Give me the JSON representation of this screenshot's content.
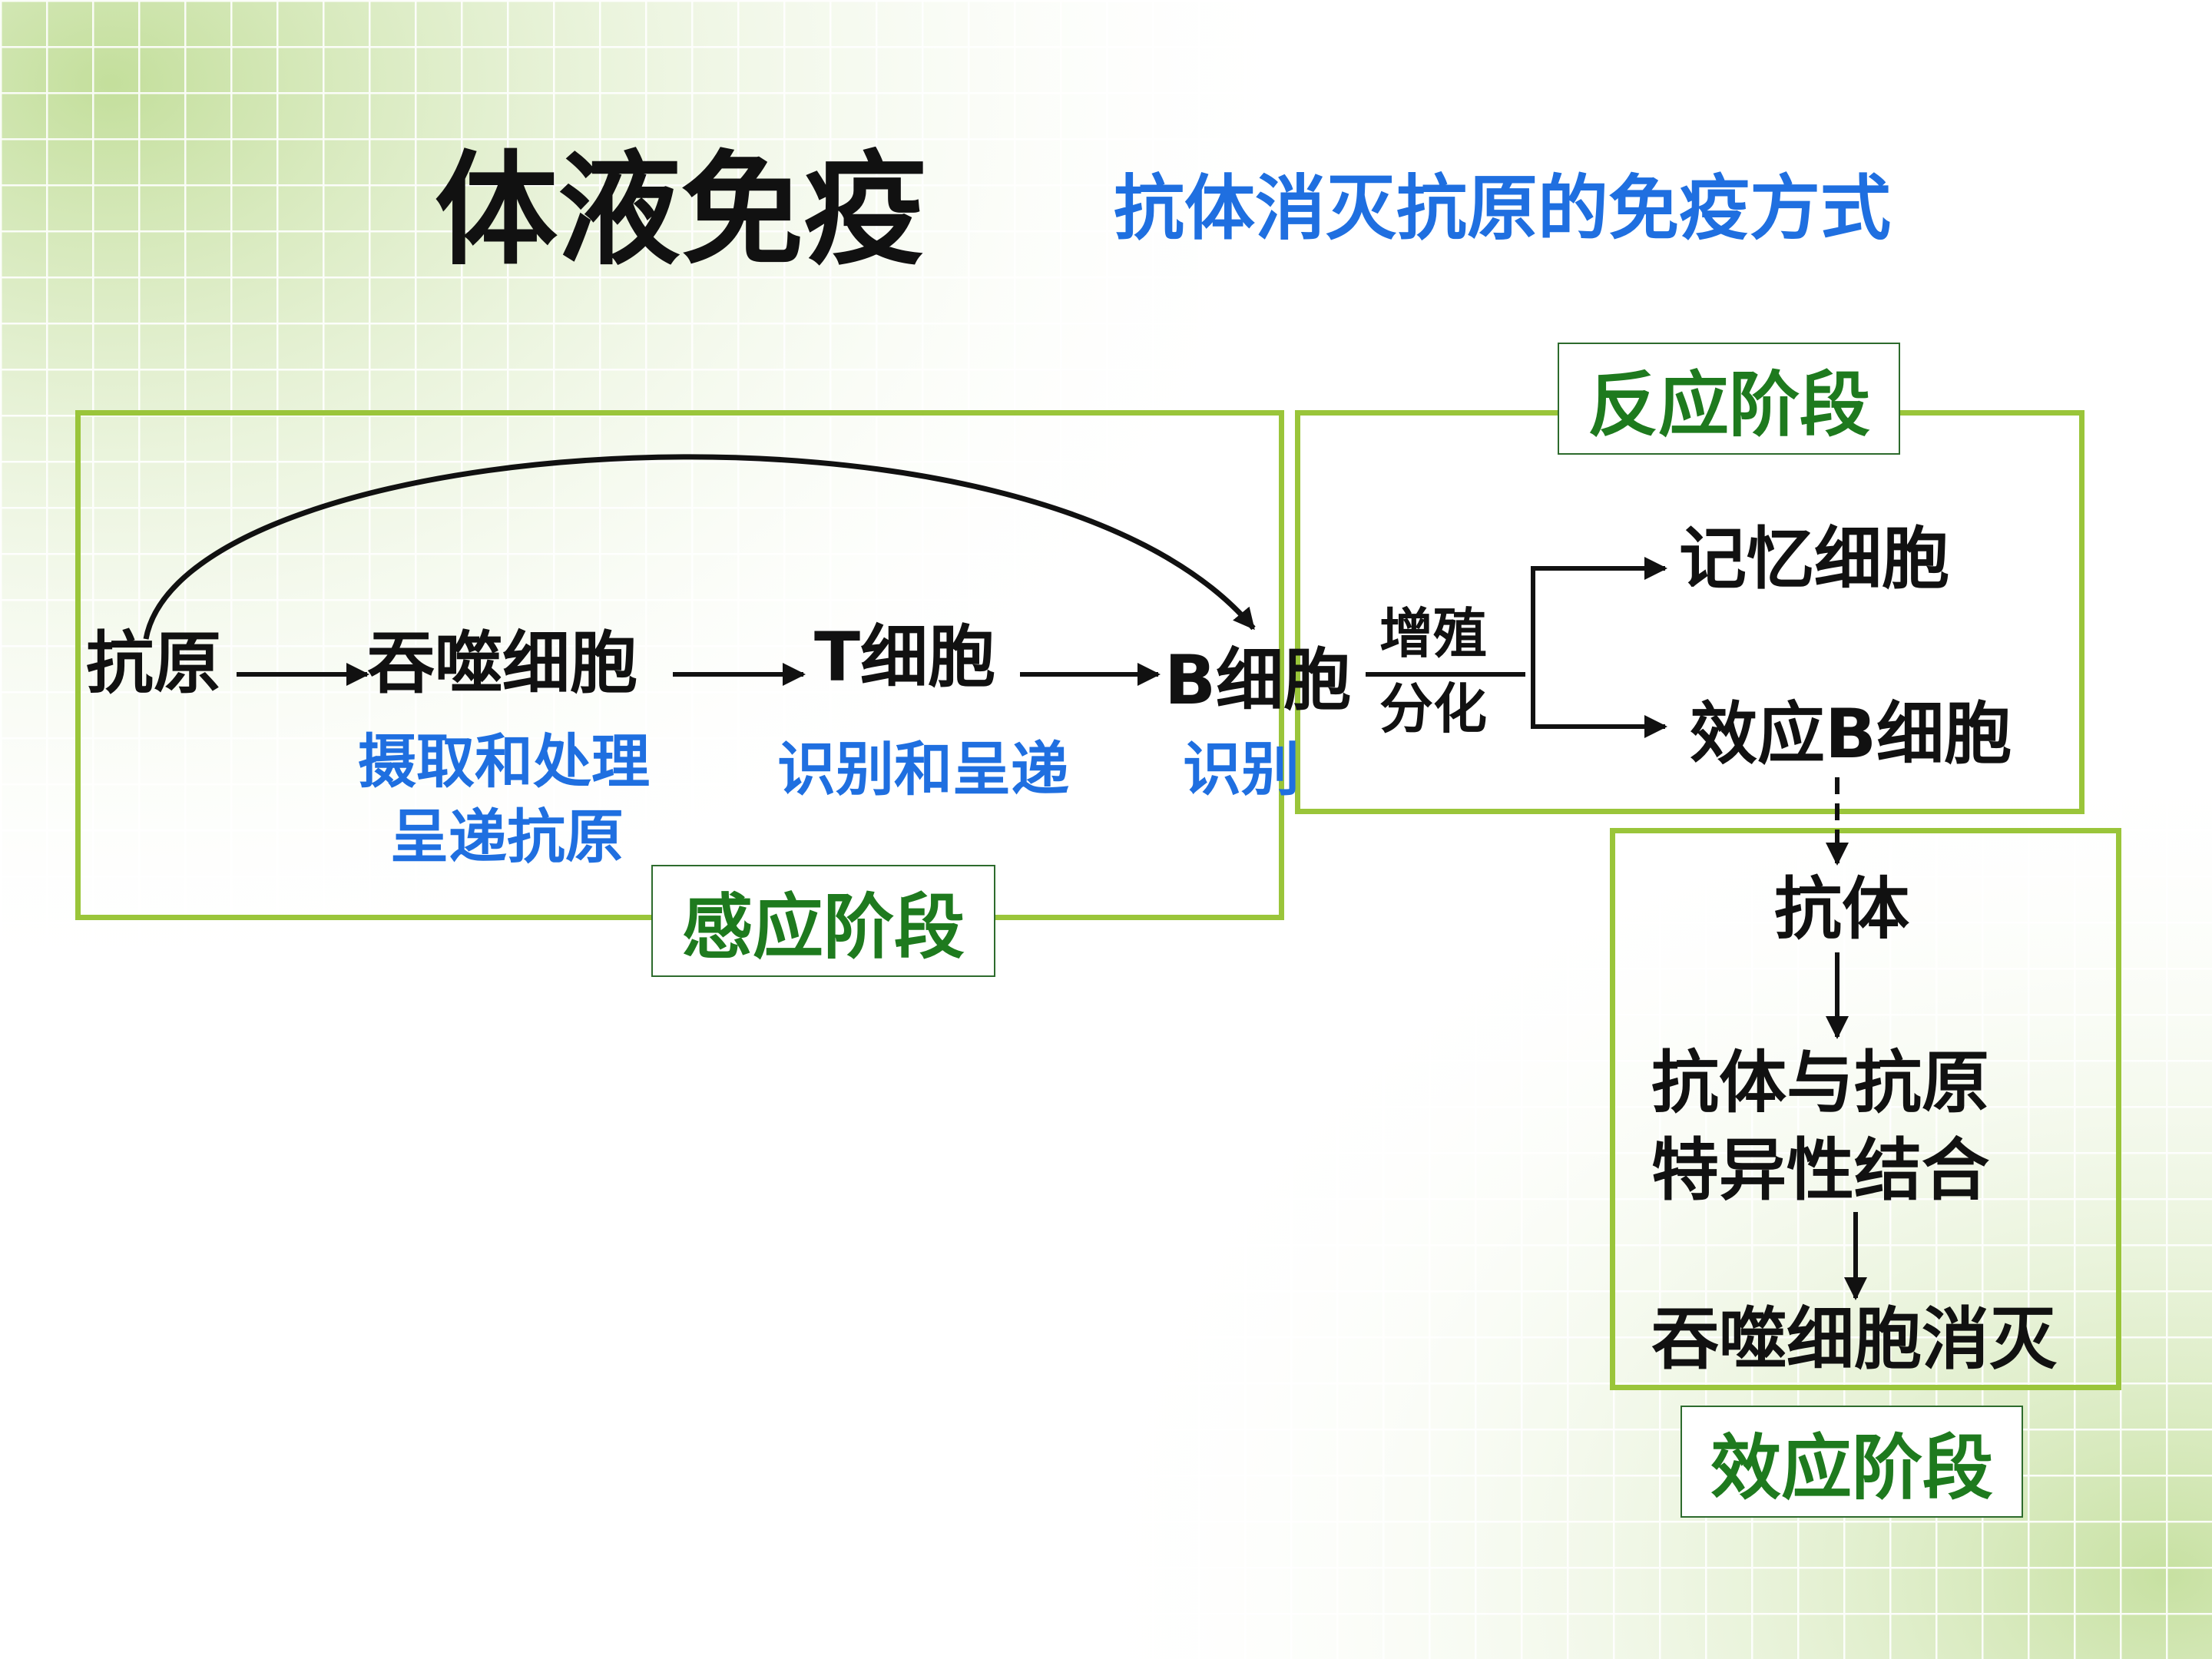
{
  "title": "体液免疫",
  "subtitle": "抗体消灭抗原的免疫方式",
  "stages": {
    "induction": "感应阶段",
    "reaction": "反应阶段",
    "effector": "效应阶段"
  },
  "nodes": {
    "antigen": "抗原",
    "phagocyte": "吞噬细胞",
    "t_cell": "T细胞",
    "b_cell": "B细胞",
    "memory_cell": "记忆细胞",
    "effector_b_cell": "效应B细胞",
    "antibody": "抗体",
    "binding_line1": "抗体与抗原",
    "binding_line2": "特异性结合",
    "phagocyte_destroy": "吞噬细胞消灭"
  },
  "labels": {
    "phagocyte_role_line1": "摄取和处理",
    "phagocyte_role_line2": "呈递抗原",
    "t_cell_role": "识别和呈递",
    "b_cell_role": "识别",
    "proliferate": "增殖",
    "differentiate": "分化"
  },
  "colors": {
    "frame": "#9ac53a",
    "blue_text": "#1f6fe0",
    "green_text": "#1e7a1e",
    "black_text": "#111111"
  }
}
